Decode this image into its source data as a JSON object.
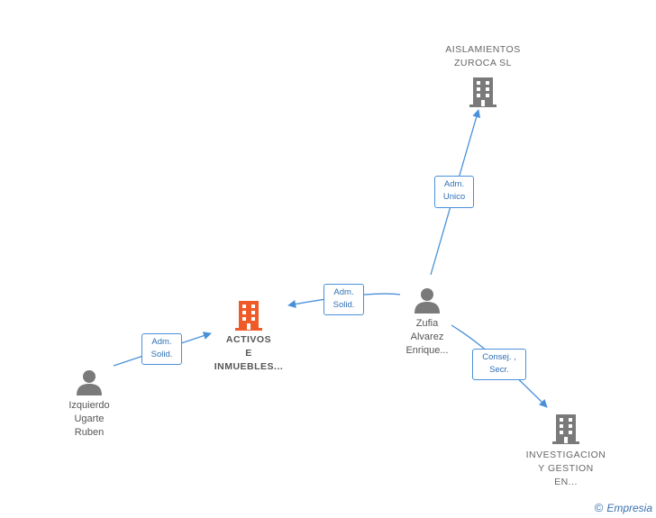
{
  "nodes": {
    "aislamientos": {
      "label": "AISLAMIENTOS\nZUROCA SL",
      "icon": "building-icon",
      "color": "#7a7a7a"
    },
    "activos": {
      "label": "ACTIVOS\nE\nINMUEBLES...",
      "icon": "building-icon",
      "color": "#f05a28"
    },
    "investigacion": {
      "label": "INVESTIGACION\nY GESTION\nEN...",
      "icon": "building-icon",
      "color": "#7a7a7a"
    },
    "zufia": {
      "label": "Zufia\nAlvarez\nEnrique...",
      "icon": "person-icon"
    },
    "izquierdo": {
      "label": "Izquierdo\nUgarte\nRuben",
      "icon": "person-icon"
    }
  },
  "roles": {
    "adm_unico": "Adm.\nUnico",
    "adm_solid_zufia": "Adm.\nSolid.",
    "adm_solid_izquierdo": "Adm.\nSolid.",
    "consej_secr": "Consej. ,\nSecr."
  },
  "brand": {
    "copyright": "©",
    "name": "Empresia"
  },
  "colors": {
    "edge": "#4a90d9",
    "person": "#7a7a7a",
    "focus_company": "#f05a28",
    "company": "#7a7a7a"
  }
}
